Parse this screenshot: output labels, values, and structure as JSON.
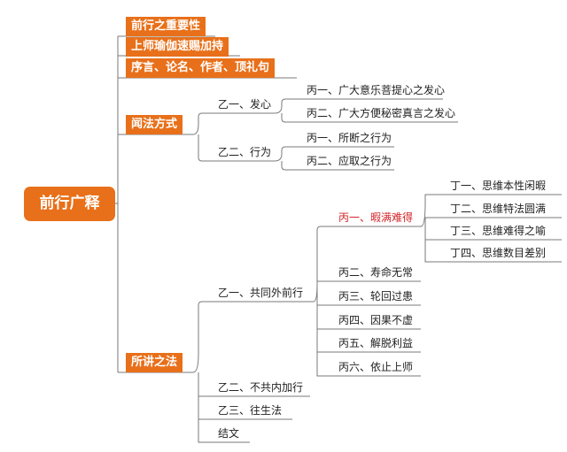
{
  "root": "前行广释",
  "level1": [
    "前行之重要性",
    "上师瑜伽速赐加持",
    "序言、论名、作者、顶礼句",
    "闻法方式",
    "所讲之法"
  ],
  "wenfa": {
    "yi1": "乙一、发心",
    "yi1_children": [
      "丙一、广大意乐菩提心之发心",
      "丙二、广大方便秘密真言之发心"
    ],
    "yi2": "乙二、行为",
    "yi2_children": [
      "丙一、所断之行为",
      "丙二、应取之行为"
    ]
  },
  "suojiang": {
    "yi1": "乙一、共同外前行",
    "bing1": "丙一、暇满难得",
    "ding": [
      "丁一、思维本性闲暇",
      "丁二、思维特法圆满",
      "丁三、思维难得之喻",
      "丁四、思维数目差别"
    ],
    "bing_rest": [
      "丙二、寿命无常",
      "丙三、轮回过患",
      "丙四、因果不虚",
      "丙五、解脱利益",
      "丙六、依止上师"
    ],
    "yi2": "乙二、不共内加行",
    "yi3": "乙三、往生法",
    "end": "结文"
  },
  "colors": {
    "accent": "#e8701a",
    "highlight": "#d2262a",
    "line": "#7a7a7a"
  }
}
